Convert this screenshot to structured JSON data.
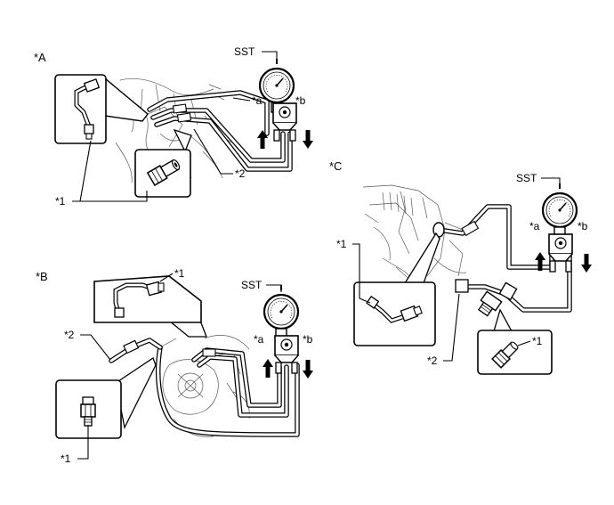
{
  "panels": {
    "A": {
      "title": "*A",
      "sst": "SST",
      "callout_a": "*a",
      "callout_b": "*b",
      "callout_1": "*1",
      "callout_2": "*2"
    },
    "B": {
      "title": "*B",
      "sst": "SST",
      "callout_a": "*a",
      "callout_b": "*b",
      "callout_1_top": "*1",
      "callout_1_bottom": "*1",
      "callout_2": "*2"
    },
    "C": {
      "title": "*C",
      "sst": "SST",
      "callout_a": "*a",
      "callout_b": "*b",
      "callout_1_left": "*1",
      "callout_1_right": "*1",
      "callout_2": "*2"
    }
  }
}
